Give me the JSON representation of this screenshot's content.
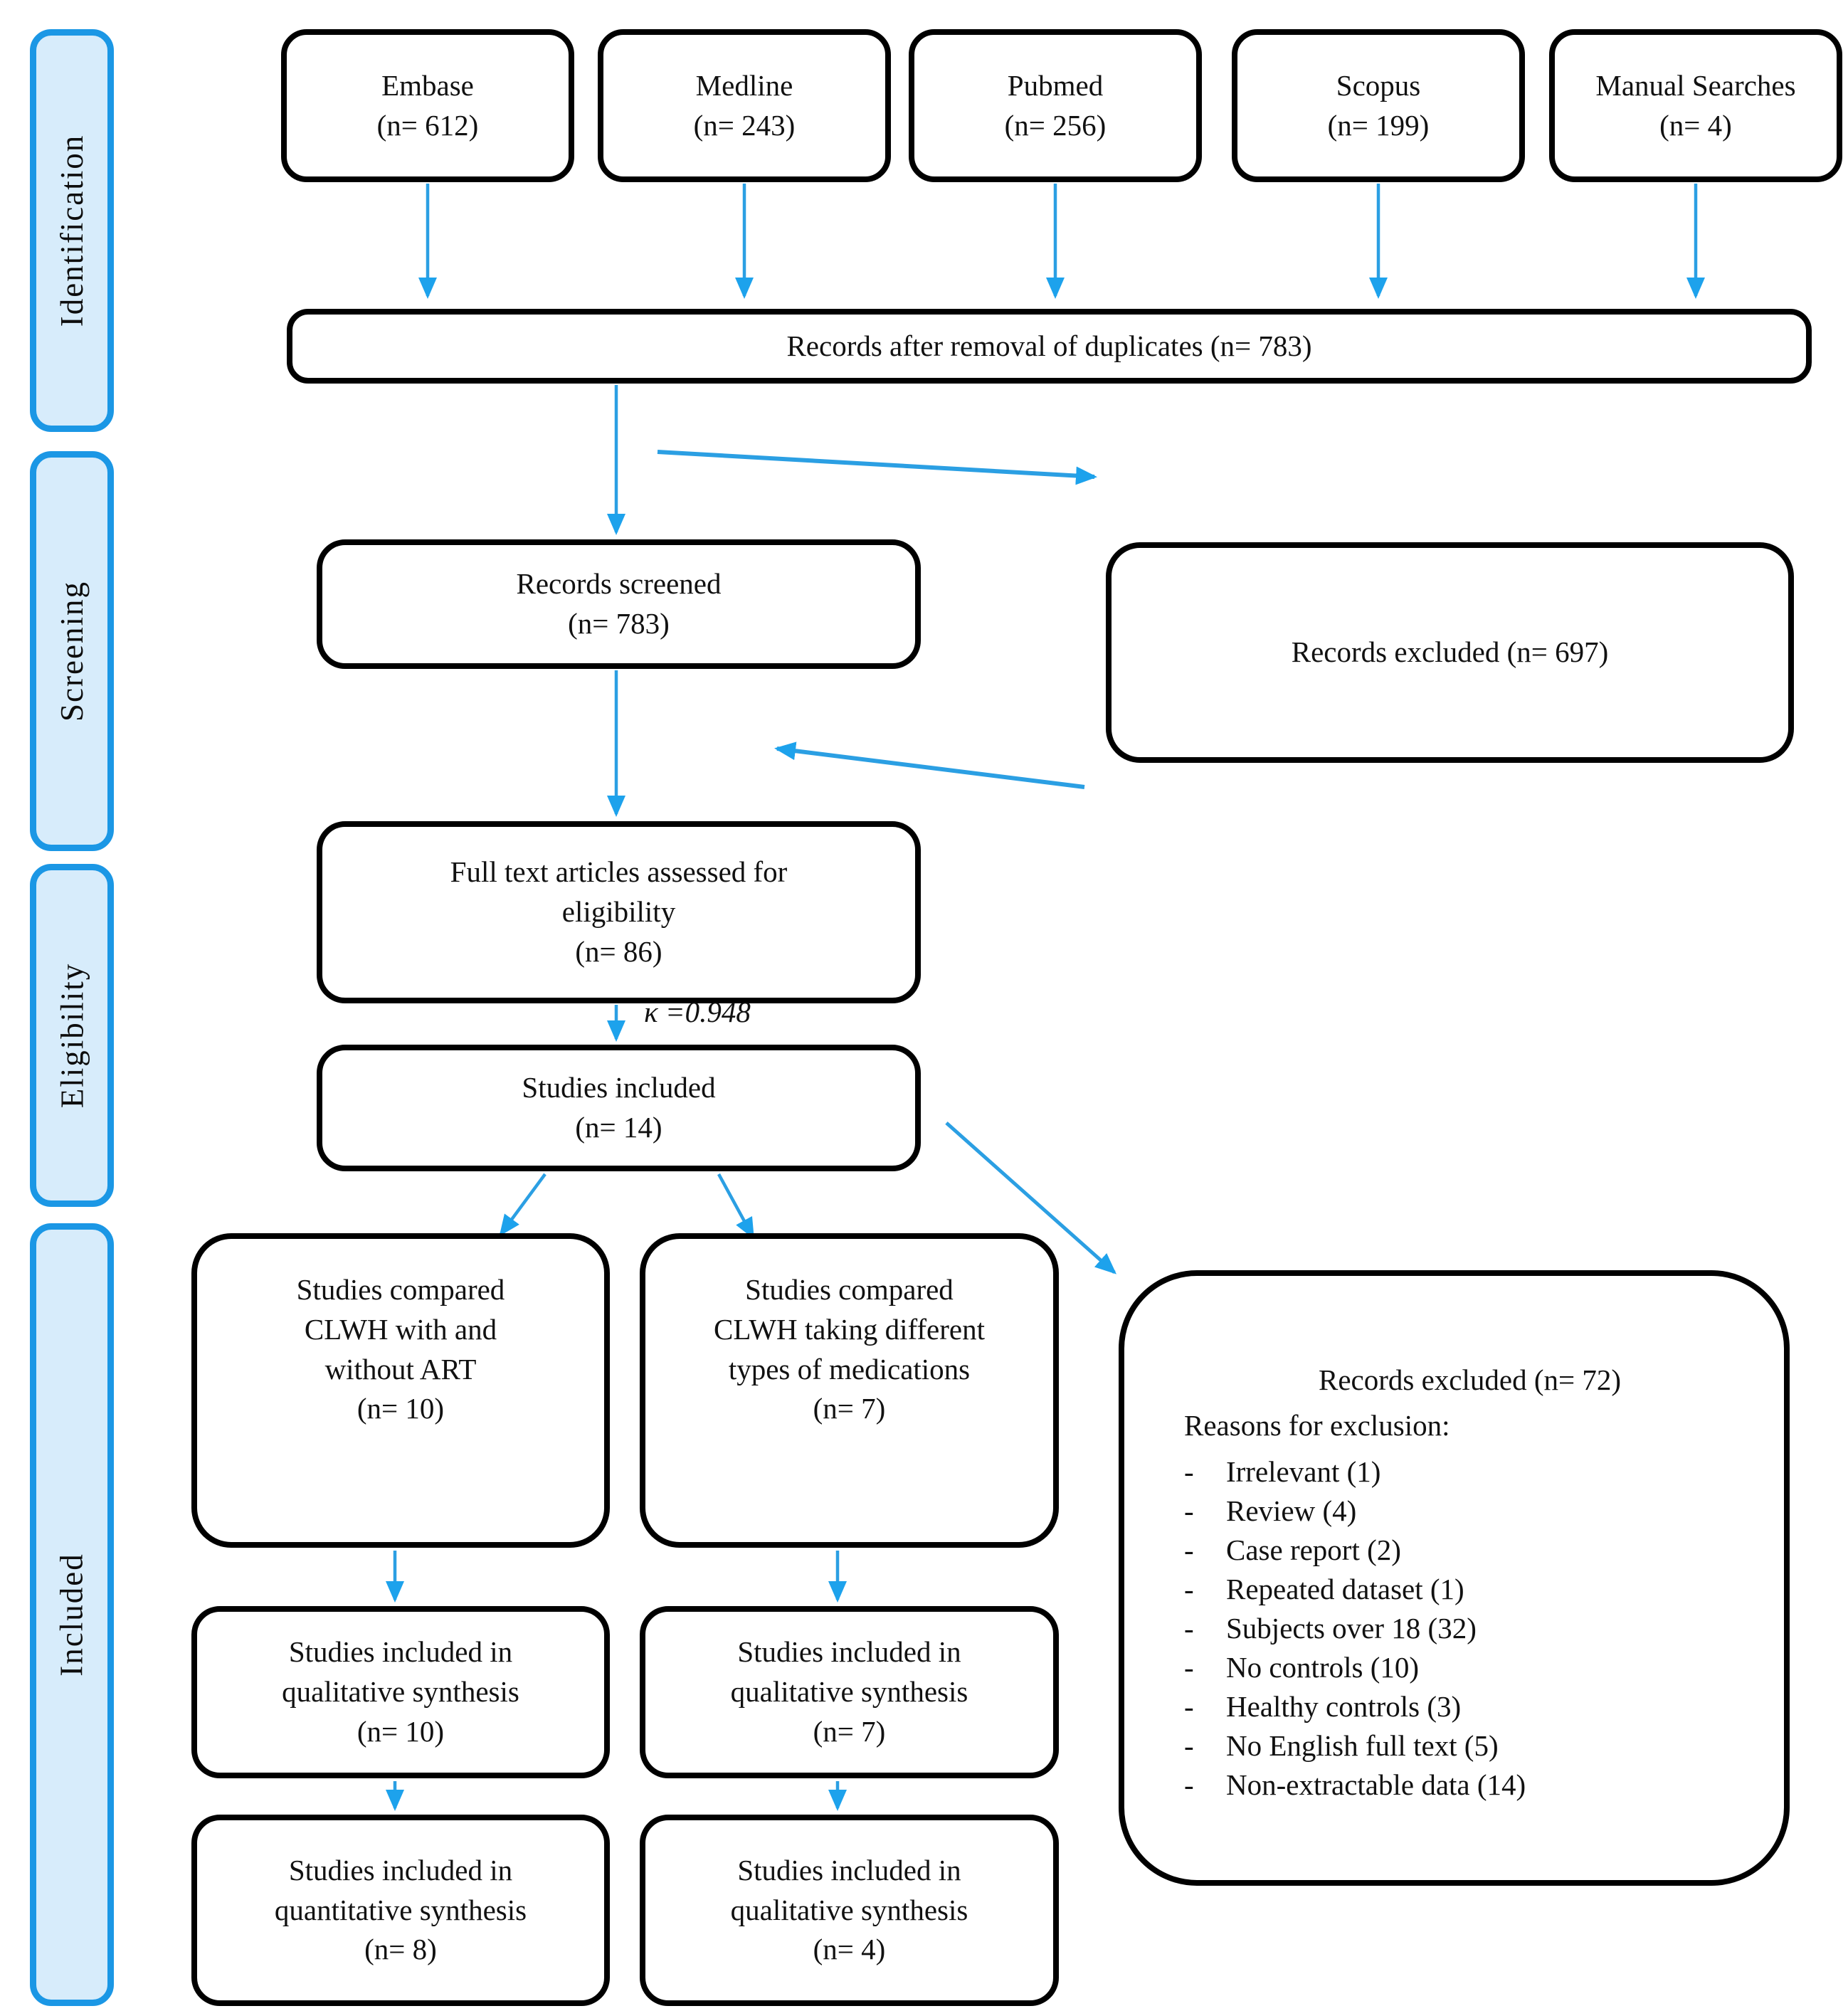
{
  "diagram": {
    "stages": [
      "Identification",
      "Screening",
      "Eligibility",
      "Included"
    ],
    "sources": [
      "Embase\n(n= 612)",
      "Medline\n(n= 243)",
      "Pubmed\n(n= 256)",
      "Scopus\n(n= 199)",
      "Manual Searches\n(n= 4)"
    ],
    "duplicates_removed": "Records after removal of duplicates (n= 783)",
    "records_screened": "Records screened\n(n= 783)",
    "records_excluded_screening": "Records excluded (n= 697)",
    "full_text_assessed": "Full text articles assessed for\neligibility\n(n= 86)",
    "kappa_note": "κ =0.948",
    "studies_included": "Studies included\n(n= 14)",
    "branch_art": "Studies compared\nCLWH with and\nwithout ART\n(n= 10)",
    "branch_medications": "Studies compared\nCLWH taking different\ntypes of medications\n(n= 7)",
    "qualitative_left": "Studies included in\nqualitative synthesis\n(n= 10)",
    "qualitative_right": "Studies included in\nqualitative synthesis\n(n= 7)",
    "quantitative_left": "Studies included in\nquantitative synthesis\n(n= 8)",
    "qualitative_bottom_right": "Studies included in\nqualitative synthesis\n(n= 4)",
    "records_excluded_eligibility": {
      "title": "Records excluded (n= 72)",
      "subtitle": "Reasons for exclusion:",
      "bullet": "-",
      "reasons": [
        "Irrelevant (1)",
        "Review (4)",
        "Case report (2)",
        "Repeated dataset (1)",
        "Subjects over 18 (32)",
        "No controls (10)",
        "Healthy controls (3)",
        "No English full text (5)",
        "Non-extractable data (14)"
      ]
    },
    "colors": {
      "arrow_blue": "#2b9fe3",
      "sidebar_fill": "#d7ecfb",
      "sidebar_border": "#1b97e5",
      "box_border": "#000000"
    }
  }
}
